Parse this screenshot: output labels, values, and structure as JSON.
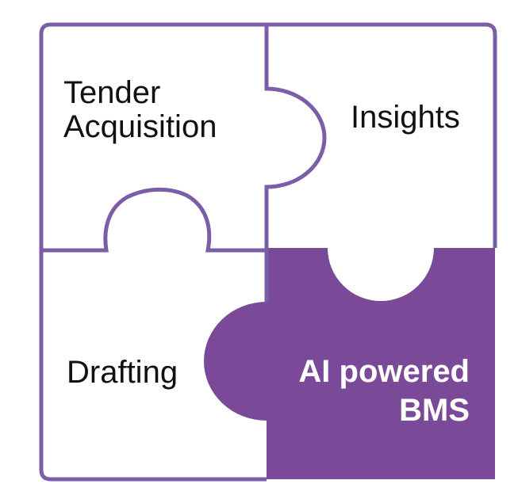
{
  "colors": {
    "accent": "#7a4a99",
    "outline": "#7b5ea7",
    "background": "#ffffff",
    "text": "#111111",
    "highlight_text": "#ffffff"
  },
  "pieces": {
    "top_left": {
      "lines": [
        "Tender",
        "Acquisition"
      ]
    },
    "top_right": {
      "lines": [
        "Insights"
      ]
    },
    "bottom_left": {
      "lines": [
        "Drafting"
      ]
    },
    "bottom_right": {
      "lines": [
        "AI powered",
        "BMS"
      ]
    }
  }
}
